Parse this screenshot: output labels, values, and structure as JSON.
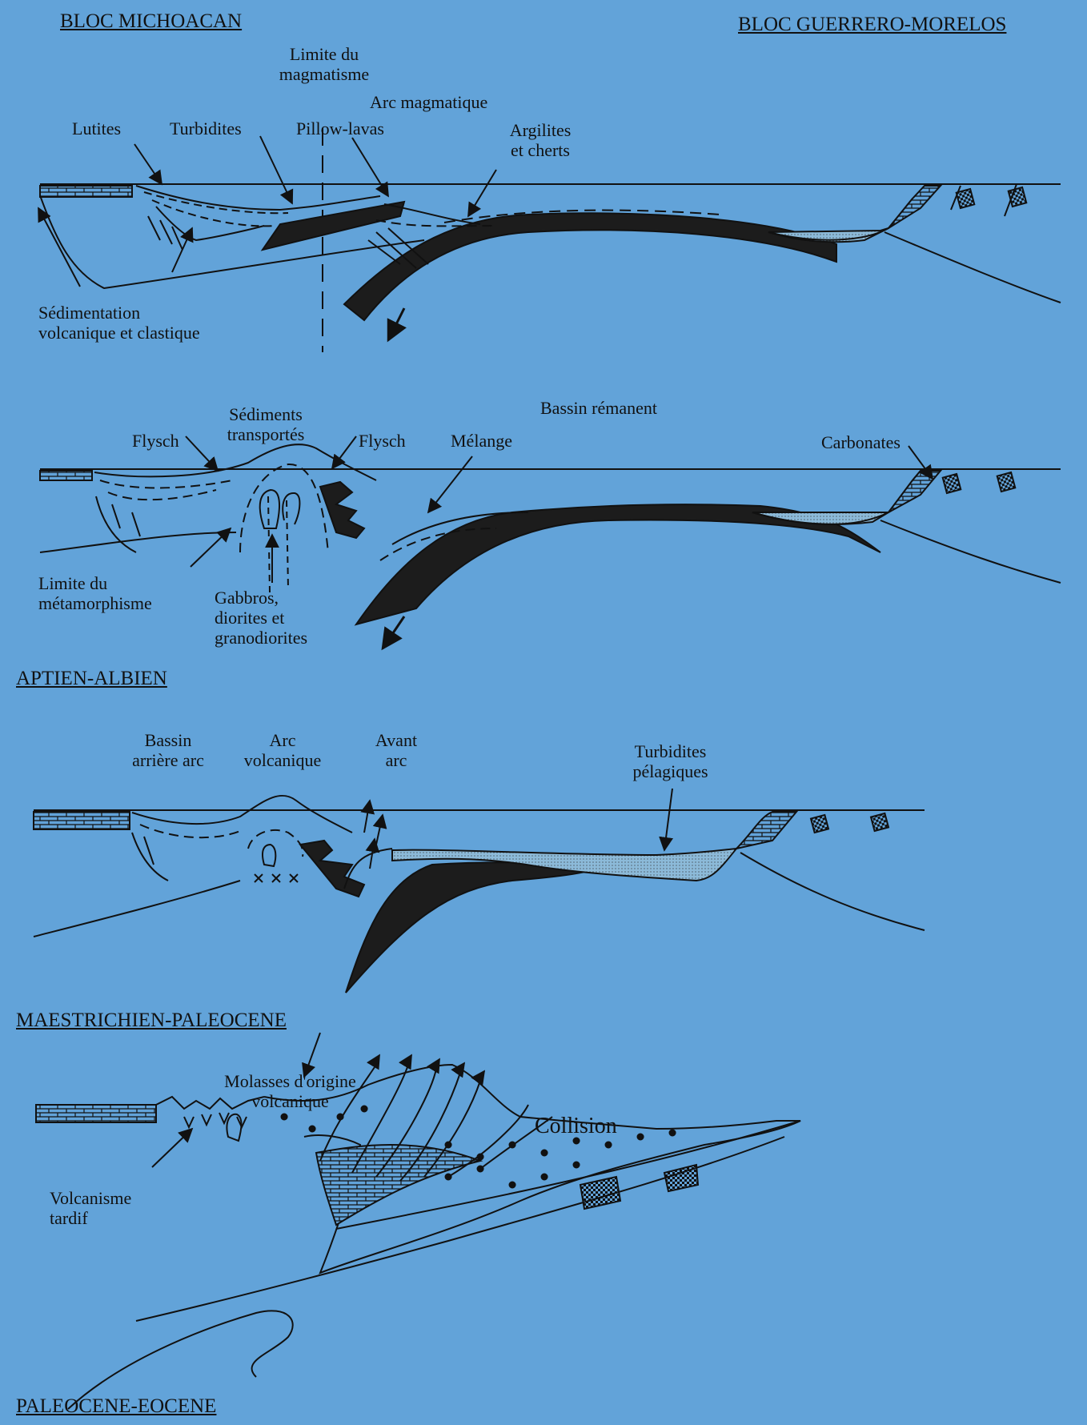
{
  "headers": {
    "bloc_left": "BLOC MICHOACAN",
    "bloc_right": "BLOC GUERRERO-MORELOS"
  },
  "panel1": {
    "limite_magmatisme": [
      "Limite du",
      "magmatisme"
    ],
    "arc_magmatique": "Arc magmatique",
    "lutites": "Lutites",
    "turbidites": "Turbidites",
    "pillow_lavas": "Pillow-lavas",
    "argilites": [
      "Argilites",
      "et cherts"
    ],
    "sedimentation": [
      "Sédimentation",
      "volcanique et clastique"
    ]
  },
  "panel2": {
    "bassin_remanent": "Bassin rémanent",
    "flysch_left": "Flysch",
    "sediments_transportes": [
      "Sédiments",
      "transportés"
    ],
    "flysch_right": "Flysch",
    "melange": "Mélange",
    "carbonates": "Carbonates",
    "limite_metamorphisme": [
      "Limite du",
      "métamorphisme"
    ],
    "gabbros": [
      "Gabbros,",
      "diorites et",
      "granodiorites"
    ],
    "stage": "APTIEN-ALBIEN"
  },
  "panel3": {
    "bassin_arriere_arc": [
      "Bassin",
      "arrière arc"
    ],
    "arc_volcanique": [
      "Arc",
      "volcanique"
    ],
    "avant_arc": [
      "Avant",
      "arc"
    ],
    "turbidites_pelagiques": [
      "Turbidites",
      "pélagiques"
    ],
    "stage": "MAESTRICHIEN-PALEOCENE"
  },
  "panel4": {
    "molasses": [
      "Molasses d'origine",
      "volcanique"
    ],
    "collision": "Collision",
    "volcanisme_tardif": [
      "Volcanisme",
      "tardif"
    ],
    "stage": "PALEOCENE-EOCENE"
  },
  "colors": {
    "background": "#62a3d9",
    "line": "#111111",
    "slab": "#1c1c1c",
    "basin_fill": "#8cbad9"
  }
}
